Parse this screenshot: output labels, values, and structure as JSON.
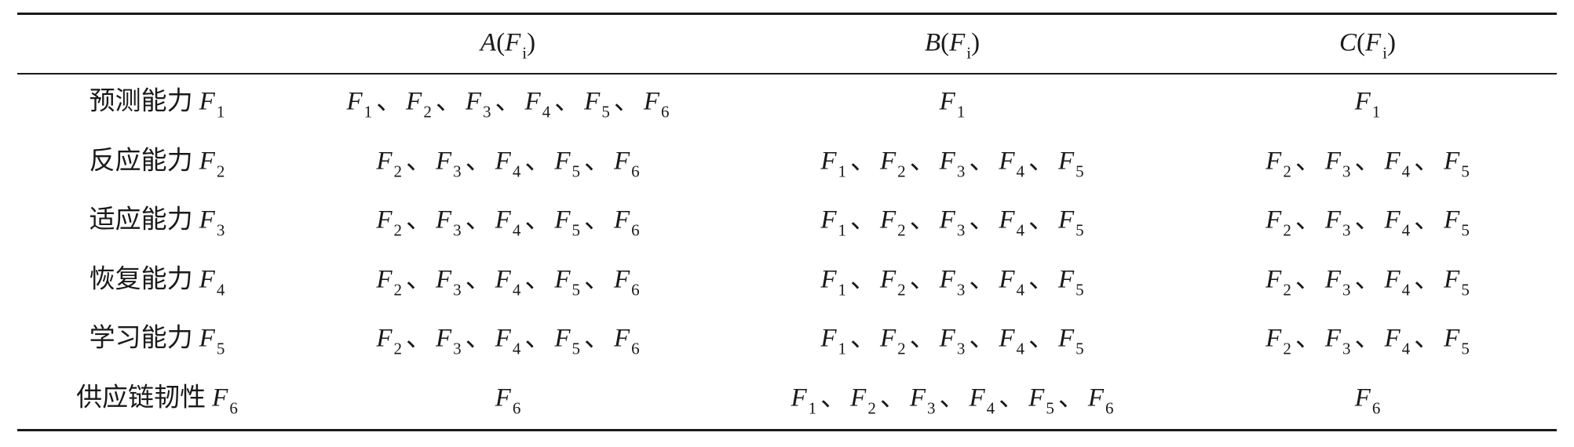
{
  "table": {
    "headers": [
      "",
      {
        "func": "A",
        "sub": "i"
      },
      {
        "func": "B",
        "sub": "i"
      },
      {
        "func": "C",
        "sub": "i"
      }
    ],
    "rows": [
      {
        "label": "预测能力",
        "label_sub": "1",
        "A": [
          "1",
          "2",
          "3",
          "4",
          "5",
          "6"
        ],
        "B": [
          "1"
        ],
        "C": [
          "1"
        ]
      },
      {
        "label": "反应能力",
        "label_sub": "2",
        "A": [
          "2",
          "3",
          "4",
          "5",
          "6"
        ],
        "B": [
          "1",
          "2",
          "3",
          "4",
          "5"
        ],
        "C": [
          "2",
          "3",
          "4",
          "5"
        ]
      },
      {
        "label": "适应能力",
        "label_sub": "3",
        "A": [
          "2",
          "3",
          "4",
          "5",
          "6"
        ],
        "B": [
          "1",
          "2",
          "3",
          "4",
          "5"
        ],
        "C": [
          "2",
          "3",
          "4",
          "5"
        ]
      },
      {
        "label": "恢复能力",
        "label_sub": "4",
        "A": [
          "2",
          "3",
          "4",
          "5",
          "6"
        ],
        "B": [
          "1",
          "2",
          "3",
          "4",
          "5"
        ],
        "C": [
          "2",
          "3",
          "4",
          "5"
        ]
      },
      {
        "label": "学习能力",
        "label_sub": "5",
        "A": [
          "2",
          "3",
          "4",
          "5",
          "6"
        ],
        "B": [
          "1",
          "2",
          "3",
          "4",
          "5"
        ],
        "C": [
          "2",
          "3",
          "4",
          "5"
        ]
      },
      {
        "label": "供应链韧性",
        "label_sub": "6",
        "A": [
          "6"
        ],
        "B": [
          "1",
          "2",
          "3",
          "4",
          "5",
          "6"
        ],
        "C": [
          "6"
        ]
      }
    ],
    "symbol": "F",
    "separator": "、"
  }
}
